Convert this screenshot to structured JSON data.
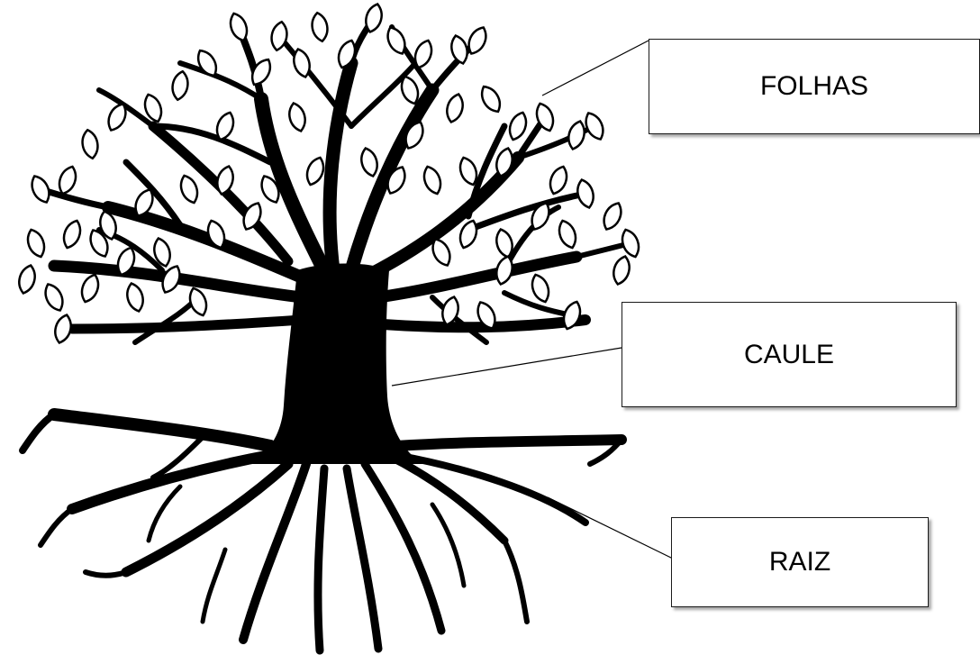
{
  "labels": {
    "leaves": "FOLHAS",
    "stem": "CAULE",
    "root": "RAIZ"
  },
  "colors": {
    "tree": "#000000",
    "leaf_fill": "#ffffff",
    "box_border": "#1a1a1a",
    "background": "#ffffff"
  }
}
